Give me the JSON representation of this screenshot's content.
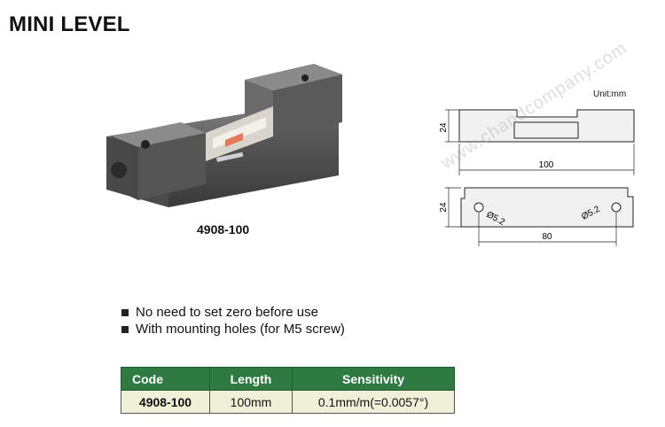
{
  "title": "MINI LEVEL",
  "product": {
    "model": "4908-100"
  },
  "drawing": {
    "unit": "Unit:mm",
    "height_label_top": "24",
    "length_label": "100",
    "height_label_bottom": "24",
    "hole_left_label": "Ø5.2",
    "hole_right_label": "Ø5.2",
    "hole_spacing_label": "80"
  },
  "watermark": "www.chandcompany.com",
  "features": [
    "No need to set zero before use",
    "With mounting holes (for M5 screw)"
  ],
  "spec_table": {
    "headers": [
      "Code",
      "Length",
      "Sensitivity"
    ],
    "rows": [
      [
        "4908-100",
        "100mm",
        "0.1mm/m(=0.0057°)"
      ]
    ]
  },
  "colors": {
    "table_header": "#2f7a43",
    "table_row": "#f0efd8"
  }
}
